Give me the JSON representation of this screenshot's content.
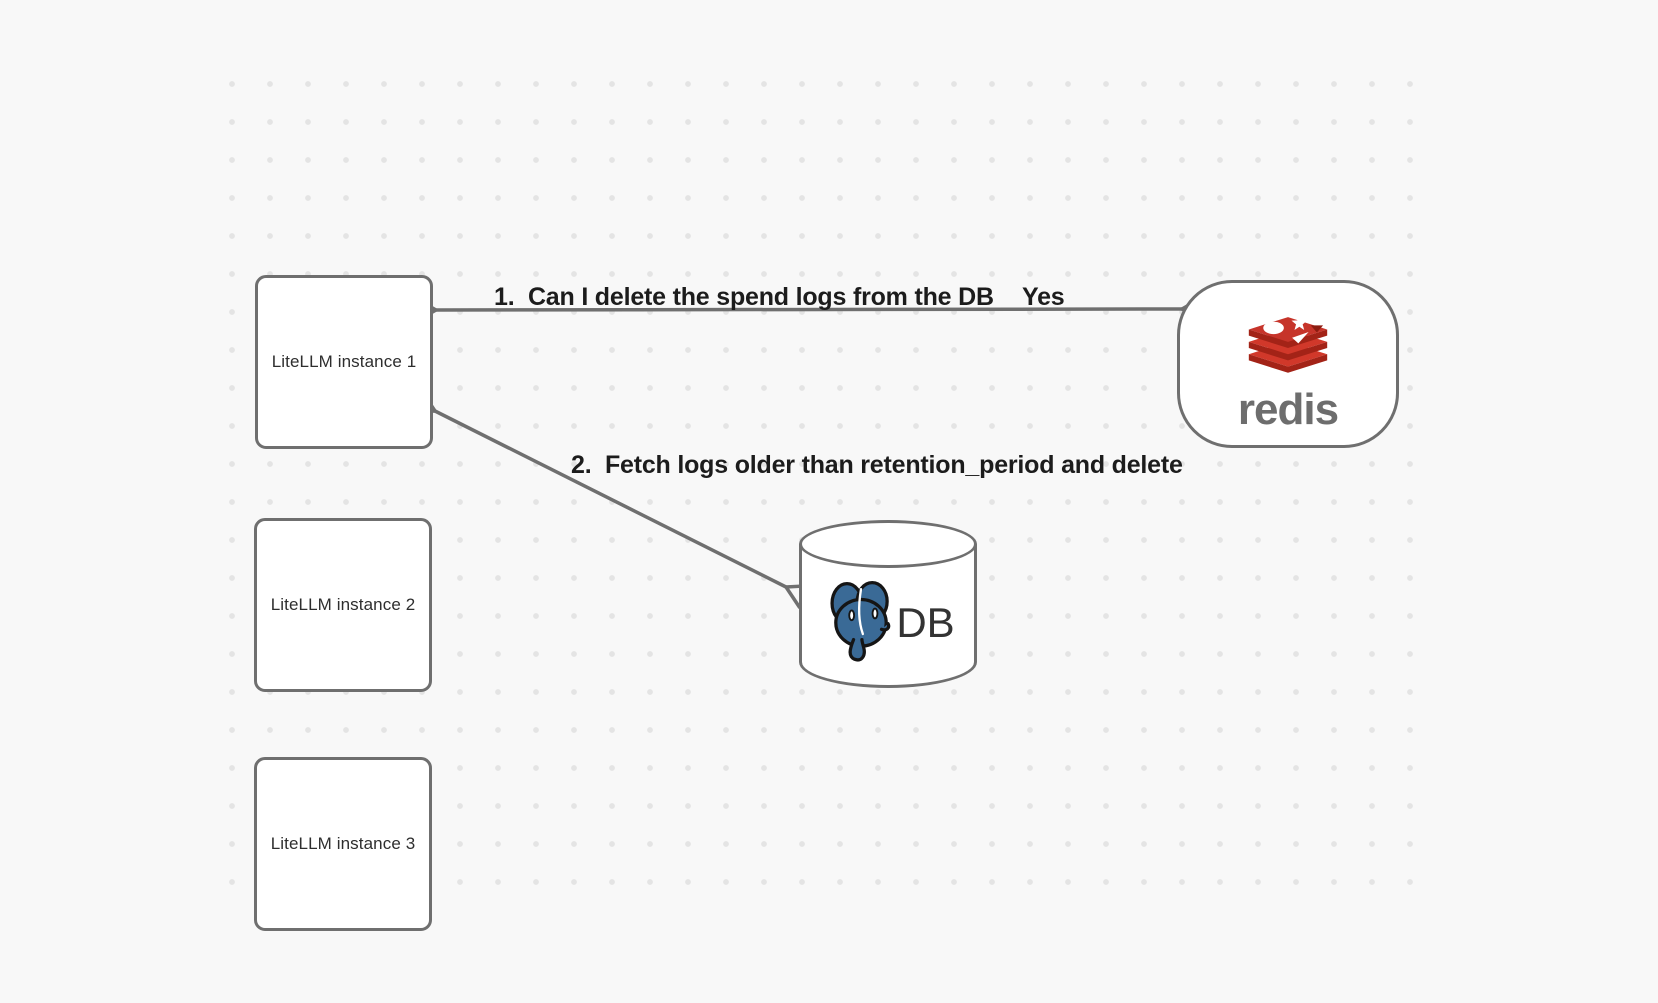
{
  "diagram": {
    "nodes": [
      {
        "label": "LiteLLM instance 1"
      },
      {
        "label": "LiteLLM instance 2"
      },
      {
        "label": "LiteLLM instance 3"
      },
      {
        "label": "redis"
      },
      {
        "label": "DB"
      }
    ],
    "edges": [
      {
        "label": "1.  Can I delete the spend logs from the DB",
        "reply": "Yes",
        "direction": "bidirectional",
        "between": "LiteLLM instance 1 and redis"
      },
      {
        "label": "2.  Fetch logs older than retention_period and delete",
        "direction": "bidirectional",
        "between": "LiteLLM instance 1 and DB"
      }
    ],
    "colors": {
      "background": "#f8f8f8",
      "grid_dot": "#e4e4e4",
      "stroke": "#6f6f6f",
      "edge_text": "#1c1c1c",
      "node_text": "#2e2e2e",
      "redis_red": "#d1382a",
      "redis_dark_red": "#a32317",
      "redis_wordmark_gray": "#6d6d6d",
      "postgres_blue": "#3a6a96",
      "db_text": "#333333"
    }
  }
}
